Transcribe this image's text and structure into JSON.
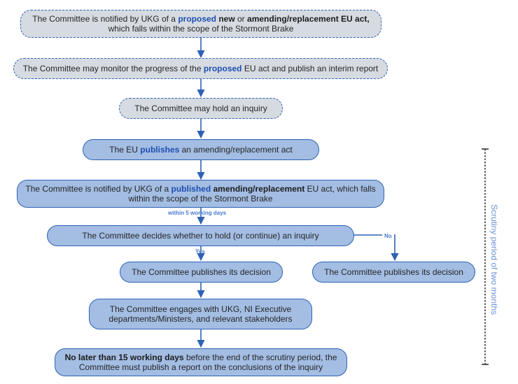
{
  "steps": {
    "s1": {
      "l1_pre": "The Committee is notified by UKG of a ",
      "l1_b1": "proposed",
      "l1_b2": " new",
      "l1_mid": " or ",
      "l1_b3": "amending/replacement EU act,",
      "line2": "which falls within the scope of the Stormont Brake"
    },
    "s2": {
      "pre": "The Committee may monitor the progress of the ",
      "b": "proposed",
      "post": " EU act and publish an interim report"
    },
    "s3": {
      "text": "The Committee may hold an inquiry"
    },
    "s4": {
      "pre": "The EU ",
      "b": "publishes",
      "post": " an amending/replacement act"
    },
    "s5": {
      "pre": "The Committee is notified by UKG of a ",
      "b1": "published",
      "b2": " amending/replacement",
      "post": " EU act, which falls",
      "line2": "within the scope of the Stormont Brake"
    },
    "s6": {
      "text": "The Committee decides whether to hold (or continue) an inquiry"
    },
    "s7_yes": {
      "text": "The Committee publishes its decision"
    },
    "s7_no": {
      "text": "The Committee publishes its decision"
    },
    "s8": {
      "line1": "The Committee engages with UKG, NI Executive",
      "line2": "departments/Ministers, and relevant stakeholders"
    },
    "s9": {
      "b": "No later than 15 working days",
      "post": " before the end of the scrutiny period, the",
      "line2": "Committee must publish a report on the conclusions of the inquiry"
    }
  },
  "labels": {
    "within": "within 5 working days",
    "yes": "Yes",
    "no": "No",
    "side": "Scrutiny period of two months"
  },
  "colors": {
    "arrow": "#2e62b5",
    "dashed_fill": "#d6dbe2",
    "solid_fill": "#a3bde3",
    "highlight": "#1f4fb0",
    "side_label": "#6b93d6"
  }
}
